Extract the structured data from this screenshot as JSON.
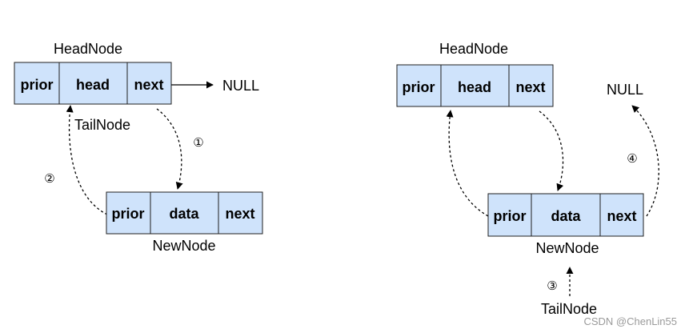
{
  "left": {
    "head_node": {
      "title": "HeadNode",
      "cells": [
        "prior",
        "head",
        "next"
      ]
    },
    "null_label": "NULL",
    "tail_label": "TailNode",
    "new_node": {
      "title": "NewNode",
      "cells": [
        "prior",
        "data",
        "next"
      ]
    },
    "step_1": "①",
    "step_2": "②"
  },
  "right": {
    "head_node": {
      "title": "HeadNode",
      "cells": [
        "prior",
        "head",
        "next"
      ]
    },
    "null_label": "NULL",
    "new_node": {
      "title": "NewNode",
      "cells": [
        "prior",
        "data",
        "next"
      ]
    },
    "tail_label": "TailNode",
    "step_3": "③",
    "step_4": "④"
  },
  "watermark": "CSDN @ChenLin55"
}
